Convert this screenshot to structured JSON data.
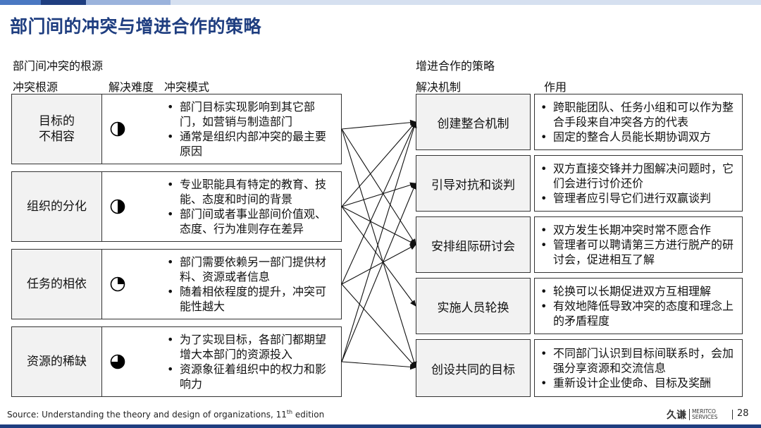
{
  "slide": {
    "title": "部门间的冲突与增进合作的策略",
    "page_number": "28"
  },
  "left": {
    "heading": "部门间冲突的根源",
    "col_source": "冲突根源",
    "col_difficulty": "解决难度",
    "col_mode": "冲突模式",
    "rows": [
      {
        "label": "目标的\n不相容",
        "difficulty": 0.5,
        "bullets": [
          "部门目标实现影响到其它部门，如营销与制造部门",
          "通常是组织内部冲突的最主要原因"
        ]
      },
      {
        "label": "组织的分化",
        "difficulty": 0.5,
        "bullets": [
          "专业职能具有特定的教育、技能、态度和时间的背景",
          "部门间或者事业部间价值观、态度、行为准则存在差异"
        ]
      },
      {
        "label": "任务的相依",
        "difficulty": 0.25,
        "bullets": [
          "部门需要依赖另一部门提供材料、资源或者信息",
          "随着相依程度的提升，冲突可能性越大"
        ]
      },
      {
        "label": "资源的稀缺",
        "difficulty": 0.75,
        "bullets": [
          "为了实现目标，各部门都期望增大本部门的资源投入",
          "资源象征着组织中的权力和影响力"
        ]
      }
    ]
  },
  "right": {
    "heading": "增进合作的策略",
    "col_mechanism": "解决机制",
    "col_effect": "作用",
    "rows": [
      {
        "label": "创建整合机制",
        "bullets": [
          "跨职能团队、任务小组和可以作为整合手段来自冲突各方的代表",
          "固定的整合人员能长期协调双方"
        ]
      },
      {
        "label": "引导对抗和谈判",
        "bullets": [
          "双方直接交锋并力图解决问题时，它们会进行讨价还价",
          "管理者应引导它们进行双赢谈判"
        ]
      },
      {
        "label": "安排组际研讨会",
        "bullets": [
          "双方发生长期冲突时常不愿合作",
          "管理者可以聘请第三方进行脱产的研讨会，促进相互了解"
        ]
      },
      {
        "label": "实施人员轮换",
        "bullets": [
          "轮换可以长期促进双方互相理解",
          "有效地降低导致冲突的态度和理念上的矛盾程度"
        ]
      },
      {
        "label": "创设共同的目标",
        "bullets": [
          "不同部门认识到目标间联系时，会加强分享资源和交流信息",
          "重新设计企业使命、目标及奖酬"
        ]
      }
    ]
  },
  "links": [
    [
      0,
      0
    ],
    [
      0,
      2
    ],
    [
      0,
      4
    ],
    [
      1,
      0
    ],
    [
      1,
      1
    ],
    [
      1,
      2
    ],
    [
      1,
      3
    ],
    [
      2,
      0
    ],
    [
      2,
      2
    ],
    [
      2,
      4
    ],
    [
      3,
      0
    ],
    [
      3,
      1
    ],
    [
      3,
      4
    ]
  ],
  "footer": {
    "source_prefix": "Source: Understanding the theory and design of organizations, 11",
    "source_sup": "th",
    "source_suffix": " edition",
    "logo_cn": "久谦",
    "logo_en_1": "MERITCO",
    "logo_en_2": "SERVICES"
  },
  "colors": {
    "title": "#1f3e80",
    "accent_bar": [
      "#1f3e80",
      "#4a78c2",
      "#9bb3dc",
      "#d6e0f0"
    ],
    "box_fill": "#f2f2f2"
  }
}
